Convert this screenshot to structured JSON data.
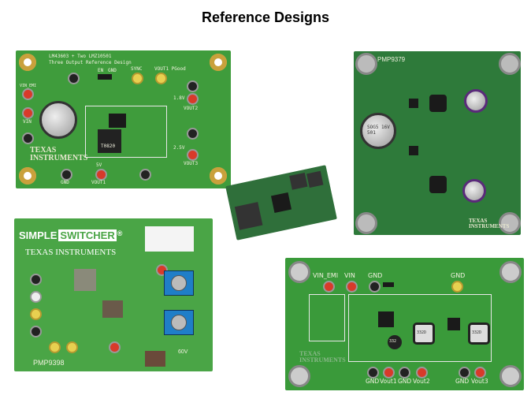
{
  "slide": {
    "title": "Reference Designs"
  },
  "board1": {
    "line1": "LM43603 + Two LMZ10501",
    "line2": "Three Output Reference Design",
    "en": "EN",
    "gnd_j": "GND",
    "sync": "SYNC",
    "vout1_pgood": "VOUT1 PGood",
    "vin_emi": "VIN_EMI",
    "vin": "VIN",
    "gnd": "GND",
    "v18": "1.8V",
    "vout2": "VOUT2",
    "v25": "2.5V",
    "vout3": "VOUT3",
    "v5": "5V",
    "vout1": "VOUT1",
    "inductor": "T0820",
    "logo_top": "TEXAS",
    "logo_bottom": "INSTRUMENTS"
  },
  "board2": {
    "name": "PMP9379",
    "cap_text": "SOG5 16V 501",
    "logo_top": "TEXAS",
    "logo_bottom": "INSTRUMENTS"
  },
  "board3": {
    "brand_a": "SIMPLE",
    "brand_b": "SWITCHER",
    "reg": "®",
    "logo": "TEXAS INSTRUMENTS",
    "name": "PMP9398",
    "warn": "60V"
  },
  "board4": {
    "vin_emi": "VIN_EMI",
    "vin": "VIN",
    "gnd_top": "GND",
    "gnd_top2": "GND",
    "bottom_labels": [
      "GND",
      "Vout1",
      "GND",
      "Vout2",
      "GND",
      "Vout3"
    ],
    "ind_a": "332",
    "ind_b": "332D",
    "ind_c": "332D",
    "logo_top": "TEXAS",
    "logo_bottom": "INSTRUMENTS"
  },
  "colors": {
    "board1": "#3f9c3c",
    "board2": "#2e7a3a",
    "board3": "#4aa546",
    "board4": "#3a9a3a",
    "module": "#2f6f3a"
  }
}
